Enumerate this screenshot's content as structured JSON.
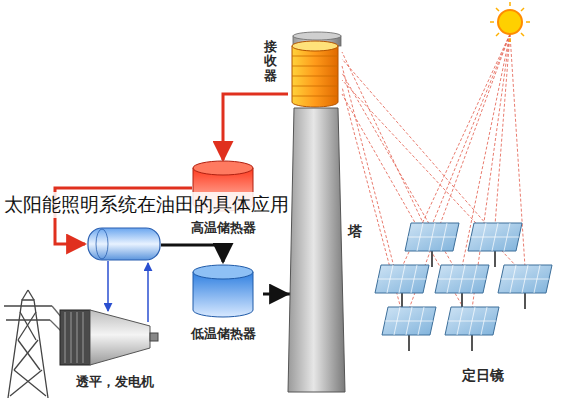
{
  "diagram": {
    "nodes": [
      {
        "text": [
          "接收器"
        ]
      },
      {
        "text": [
          "高温储热器"
        ]
      },
      {
        "text": [
          "塔"
        ]
      },
      {
        "text": [
          "低温储热器"
        ]
      },
      {
        "text": [
          "透平，发电机"
        ]
      },
      {
        "text": [
          "定日镜"
        ]
      }
    ],
    "edges": [
      {
        "from": 0,
        "to": 1,
        "arrow": "to"
      },
      {
        "from": 3,
        "to": 2,
        "arrow": "to"
      }
    ],
    "labels": [
      "太阳能照明系统在油田的具体应用"
    ]
  }
}
